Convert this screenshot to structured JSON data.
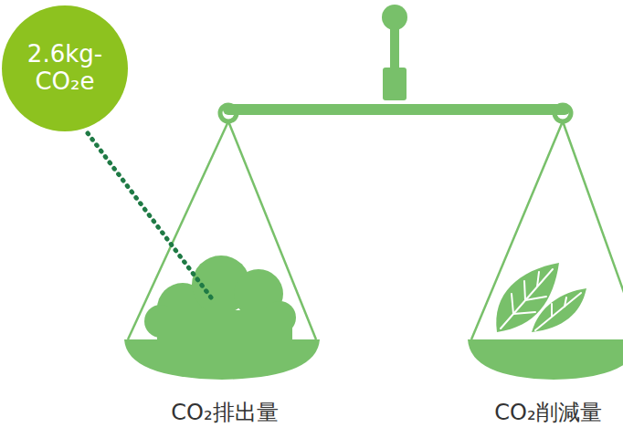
{
  "diagram": {
    "nodes": [
      {
        "text": [
          "2.6kg- CO₂e"
        ]
      }
    ],
    "labels": [
      "CO₂排出量",
      "CO₂削減量"
    ]
  }
}
